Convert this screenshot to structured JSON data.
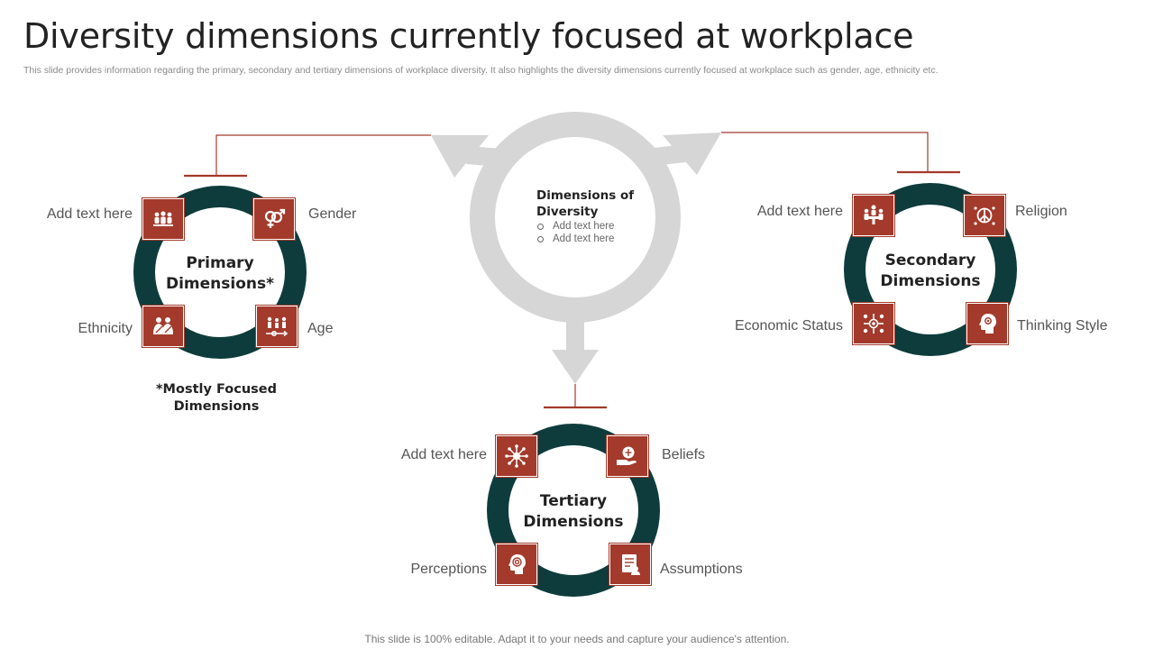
{
  "slide": {
    "title": "Diversity dimensions currently focused at workplace",
    "subtitle": "This slide provides information regarding the primary, secondary and tertiary dimensions of workplace diversity. It also highlights the diversity dimensions currently focused at workplace such as gender, age, ethnicity etc.",
    "footer": "This slide is 100% editable. Adapt it to your needs and capture your audience's attention."
  },
  "center": {
    "heading": "Dimensions of Diversity",
    "bullets": [
      "Add text here",
      "Add text here"
    ]
  },
  "primary": {
    "title": "Primary Dimensions*",
    "note": "*Mostly Focused Dimensions",
    "items": [
      {
        "label": "Add text here",
        "icon": "group-icon"
      },
      {
        "label": "Gender",
        "icon": "gender-icon"
      },
      {
        "label": "Ethnicity",
        "icon": "ethnicity-icon"
      },
      {
        "label": "Age",
        "icon": "age-icon"
      }
    ]
  },
  "secondary": {
    "title": "Secondary Dimensions",
    "items": [
      {
        "label": "Add text here",
        "icon": "meeting-icon"
      },
      {
        "label": "Religion",
        "icon": "religion-icon"
      },
      {
        "label": "Economic Status",
        "icon": "economic-icon"
      },
      {
        "label": "Thinking Style",
        "icon": "thinking-icon"
      }
    ]
  },
  "tertiary": {
    "title": "Tertiary Dimensions",
    "items": [
      {
        "label": "Add text here",
        "icon": "network-icon"
      },
      {
        "label": "Beliefs",
        "icon": "beliefs-icon"
      },
      {
        "label": "Perceptions",
        "icon": "perception-icon"
      },
      {
        "label": "Assumptions",
        "icon": "assumptions-icon"
      }
    ]
  },
  "colors": {
    "accent": "#a33a2b",
    "ring": "#0e3c3c",
    "symbol": "#d6d6d6",
    "connector": "#a33a2b"
  }
}
